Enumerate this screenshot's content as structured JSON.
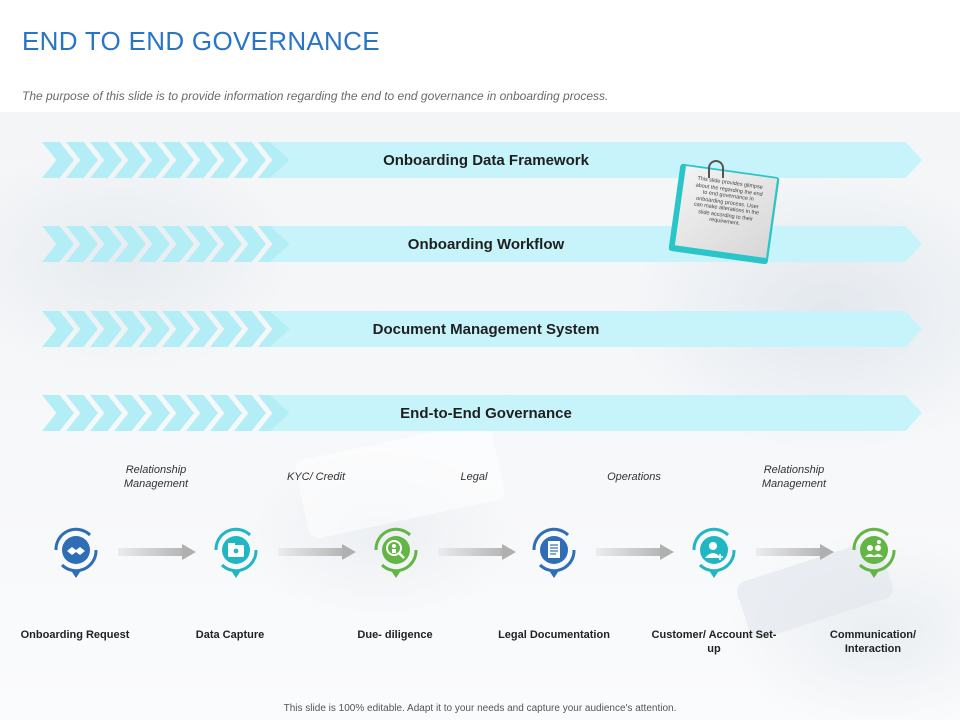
{
  "header": {
    "title": "END TO END GOVERNANCE",
    "subtitle": "The purpose of this slide is to provide information regarding the end to end governance in onboarding process."
  },
  "banners": [
    {
      "label": "Onboarding Data Framework"
    },
    {
      "label": "Onboarding Workflow"
    },
    {
      "label": "Document Management System"
    },
    {
      "label": "End-to-End Governance"
    }
  ],
  "note": {
    "text": "This slide provides glimpse about the regarding the end to end governance in onboarding process. User can make alterations in the slide according to their requirement."
  },
  "roles": [
    {
      "label": "Relationship Management"
    },
    {
      "label": "KYC/ Credit"
    },
    {
      "label": "Legal"
    },
    {
      "label": "Operations"
    },
    {
      "label": "Relationship Management"
    }
  ],
  "steps": [
    {
      "label": "Onboarding Request",
      "icon": "handshake-icon",
      "color": "#2f6db5"
    },
    {
      "label": "Data Capture",
      "icon": "data-folder-icon",
      "color": "#21b7c2"
    },
    {
      "label": "Due- diligence",
      "icon": "people-search-icon",
      "color": "#63b545"
    },
    {
      "label": "Legal Documentation",
      "icon": "document-icon",
      "color": "#2f6db5"
    },
    {
      "label": "Customer/ Account Set-up",
      "icon": "user-add-icon",
      "color": "#21b7c2"
    },
    {
      "label": "Communication/ Interaction",
      "icon": "communication-icon",
      "color": "#63b545"
    }
  ],
  "footer": {
    "text": "This slide is 100% editable. Adapt it to your needs and capture your audience's attention."
  }
}
